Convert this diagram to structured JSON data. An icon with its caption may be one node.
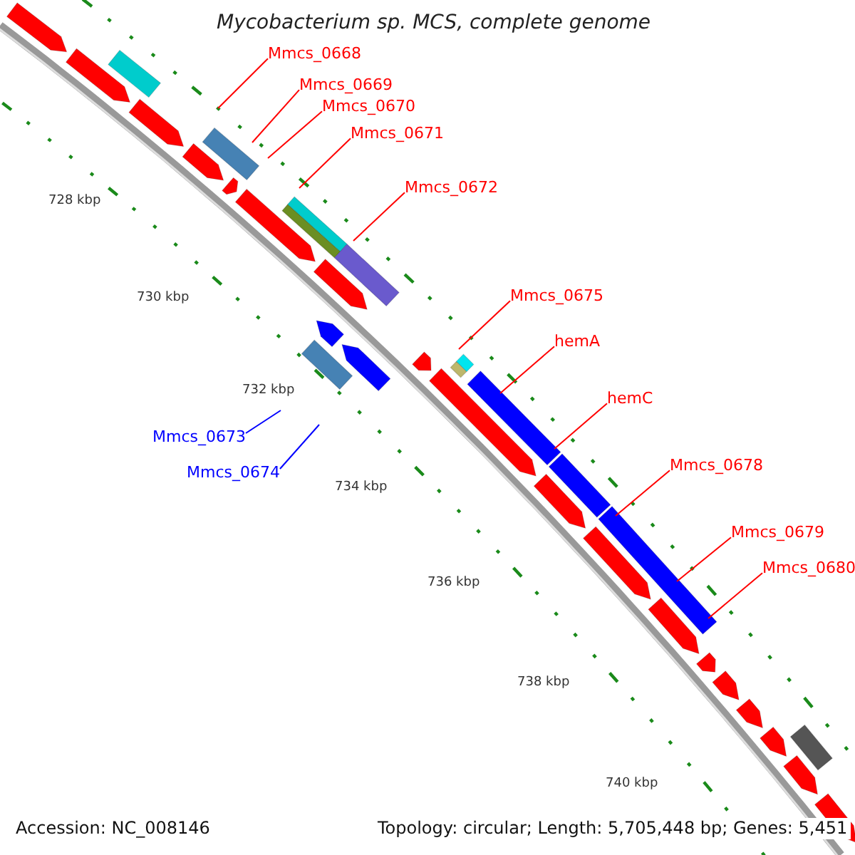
{
  "diagram": {
    "title": "Mycobacterium sp. MCS, complete genome",
    "nodes": [
      {
        "text": [
          "Mmcs_0668"
        ]
      },
      {
        "text": [
          "Mmcs_0669"
        ]
      },
      {
        "text": [
          "Mmcs_0670"
        ]
      },
      {
        "text": [
          "Mmcs_0671"
        ]
      },
      {
        "text": [
          "Mmcs_0672"
        ]
      },
      {
        "text": [
          "Mmcs_0675"
        ]
      },
      {
        "text": [
          "hemA"
        ]
      },
      {
        "text": [
          "hemC"
        ]
      },
      {
        "text": [
          "Mmcs_0678"
        ]
      },
      {
        "text": [
          "Mmcs_0679"
        ]
      },
      {
        "text": [
          "Mmcs_0680"
        ]
      },
      {
        "text": [
          "Mmcs_0673"
        ]
      },
      {
        "text": [
          "Mmcs_0674"
        ]
      }
    ],
    "edges": [
      {
        "from": 0,
        "to": null,
        "arrow": "none"
      },
      {
        "from": 1,
        "to": null,
        "arrow": "none"
      },
      {
        "from": 2,
        "to": null,
        "arrow": "none"
      },
      {
        "from": 3,
        "to": null,
        "arrow": "none"
      },
      {
        "from": 4,
        "to": null,
        "arrow": "none"
      },
      {
        "from": 5,
        "to": null,
        "arrow": "none"
      },
      {
        "from": 6,
        "to": null,
        "arrow": "none"
      },
      {
        "from": 7,
        "to": null,
        "arrow": "none"
      },
      {
        "from": 8,
        "to": null,
        "arrow": "none"
      },
      {
        "from": 9,
        "to": null,
        "arrow": "none"
      },
      {
        "from": 10,
        "to": null,
        "arrow": "none"
      },
      {
        "from": 11,
        "to": null,
        "arrow": "none",
        "color": "#0000ff"
      },
      {
        "from": 12,
        "to": null,
        "arrow": "none",
        "color": "#0000ff"
      }
    ],
    "labels": [
      "728 kbp",
      "730 kbp",
      "732 kbp",
      "734 kbp",
      "736 kbp",
      "738 kbp",
      "740 kbp",
      "Accession: NC_008146",
      "Topology: circular; Length: 5,705,448 bp; Genes: 5,451"
    ]
  }
}
